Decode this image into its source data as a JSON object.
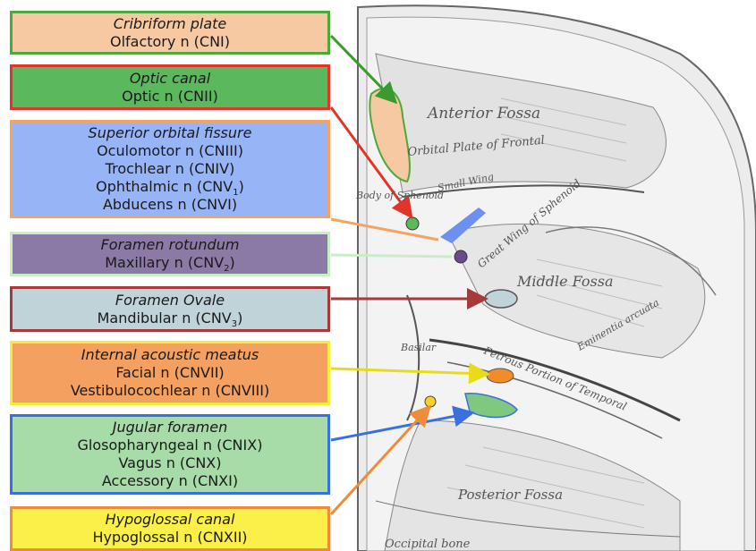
{
  "colors": {
    "olfactory": "#f7c9a3",
    "optic": "#5cb85c",
    "superior_orbital": "#97b4f7",
    "rotundum": "#8b7aa6",
    "ovale": "#bfd3d9",
    "acoustic": "#f4a060",
    "jugular": "#a7dba7",
    "hypoglossal": "#fbf04a"
  },
  "boxes": [
    {
      "id": "cribriform",
      "title": "Cribriform plate",
      "lines": [
        {
          "text": "Olfactory n (CNI)",
          "sub": ""
        }
      ],
      "fill": "#f7c9a3",
      "border": "#4ea83c"
    },
    {
      "id": "optic",
      "title": "Optic canal",
      "lines": [
        {
          "text": "Optic n (CNII)",
          "sub": ""
        }
      ],
      "fill": "#5cb85c",
      "border": "#e03528"
    },
    {
      "id": "superior-orbital",
      "title": "Superior orbital fissure",
      "lines": [
        {
          "text": "Oculomotor n (CNIII)",
          "sub": ""
        },
        {
          "text": "Trochlear n (CNIV)",
          "sub": ""
        },
        {
          "text": "Ophthalmic n (CNV",
          "sub": "1",
          "suffix": ")"
        },
        {
          "text": "Abducens n (CNVI)",
          "sub": ""
        }
      ],
      "fill": "#97b4f7",
      "border": "#f4a460"
    },
    {
      "id": "rotundum",
      "title": "Foramen rotundum",
      "lines": [
        {
          "text": "Maxillary n (CNV",
          "sub": "2",
          "suffix": ")"
        }
      ],
      "fill": "#8b7aa6",
      "border": "#c8eec8"
    },
    {
      "id": "ovale",
      "title": "Foramen Ovale",
      "lines": [
        {
          "text": "Mandibular n (CNV",
          "sub": "3",
          "suffix": ")"
        }
      ],
      "fill": "#bfd3d9",
      "border": "#a43a3a"
    },
    {
      "id": "acoustic",
      "title": "Internal acoustic meatus",
      "lines": [
        {
          "text": "Facial n (CNVII)",
          "sub": ""
        },
        {
          "text": "Vestibulocochlear n (CNVIII)",
          "sub": ""
        }
      ],
      "fill": "#f4a060",
      "border": "#f7ec3a"
    },
    {
      "id": "jugular",
      "title": "Jugular foramen",
      "lines": [
        {
          "text": "Glosopharyngeal n (CNIX)",
          "sub": ""
        },
        {
          "text": "Vagus n (CNX)",
          "sub": ""
        },
        {
          "text": "Accessory n (CNXI)",
          "sub": ""
        }
      ],
      "fill": "#a7dba7",
      "border": "#3a6fe0"
    },
    {
      "id": "hypoglossal",
      "title": "Hypoglossal canal",
      "lines": [
        {
          "text": "Hypoglossal n (CNXII)",
          "sub": ""
        }
      ],
      "fill": "#fbf04a",
      "border": "#ef8c3a"
    }
  ],
  "skull_labels": {
    "anterior_fossa": "Anterior Fossa",
    "orbital_plate": "Orbital Plate of Frontal",
    "body_sphenoid": "Body of Sphenoid",
    "small_wing": "Small Wing",
    "great_wing": "Great Wing of Sphenoid",
    "middle_fossa": "Middle Fossa",
    "petrous": "Petrous Portion of Temporal",
    "basilar": "Basilar",
    "eminentia": "Eminentia arcuata",
    "posterior_fossa": "Posterior Fossa",
    "occipital_bone": "Occipital bone"
  }
}
